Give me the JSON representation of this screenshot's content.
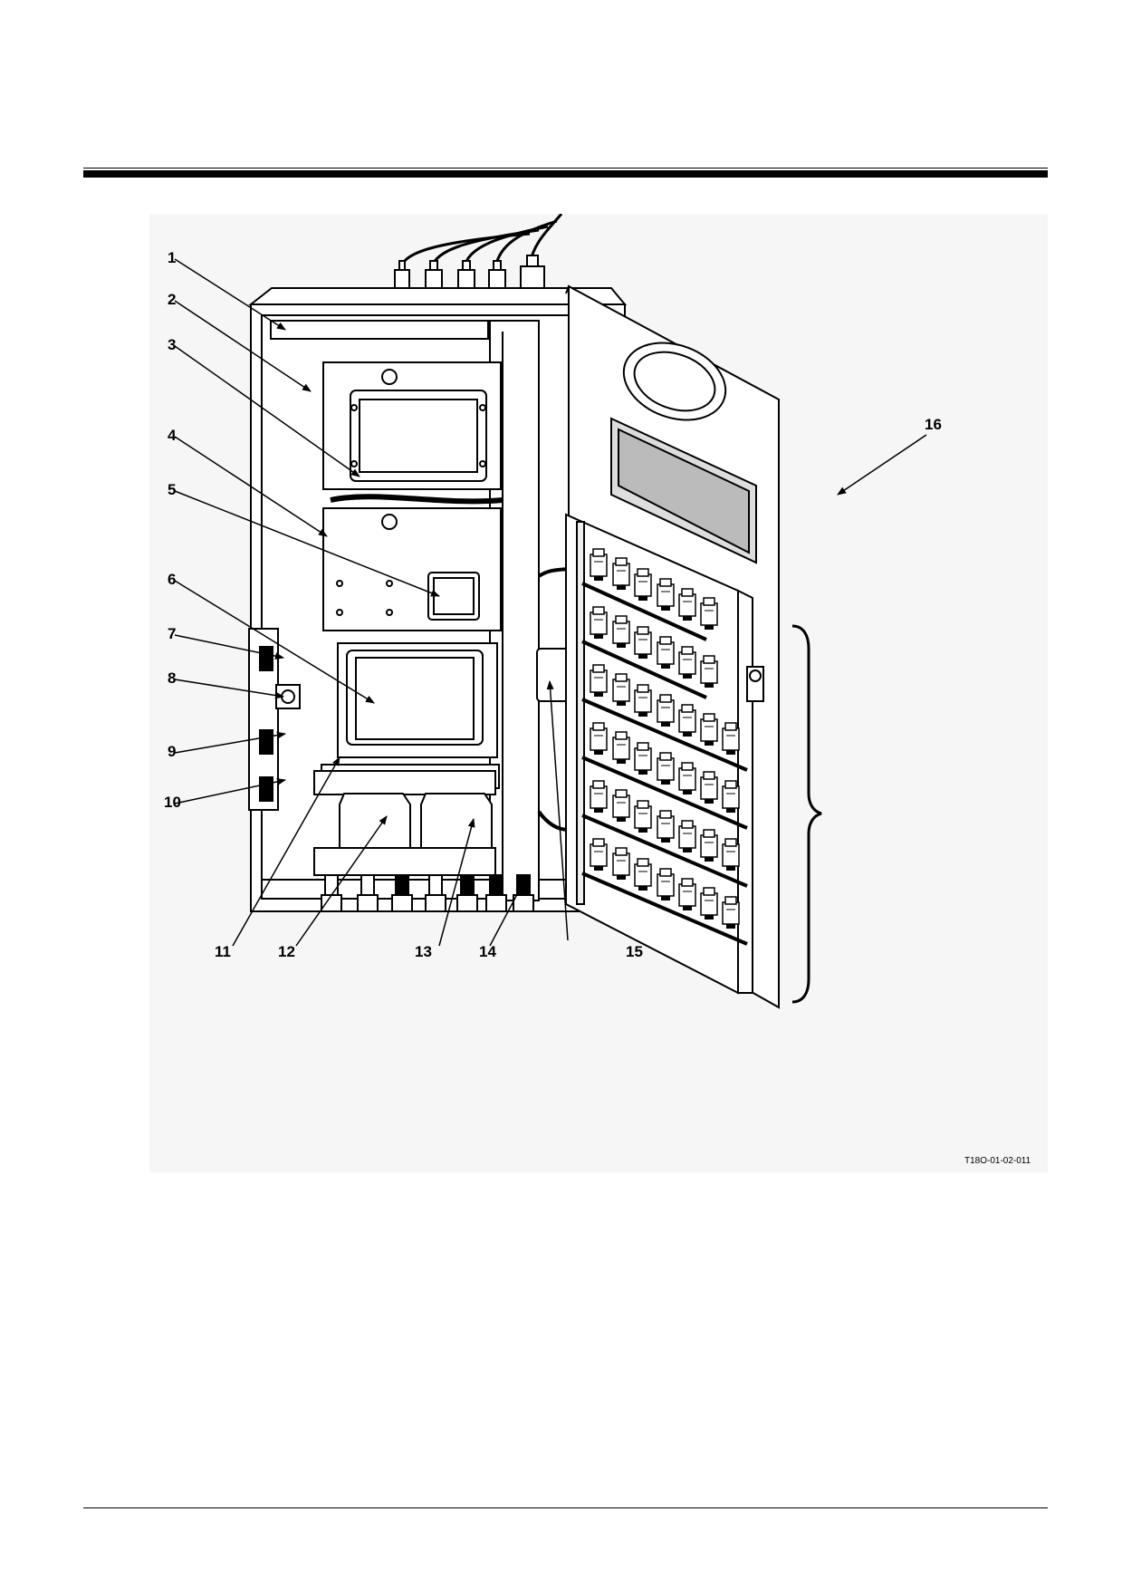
{
  "figure": {
    "reference_code": "T18O-01-02-011",
    "callouts": [
      "1",
      "2",
      "3",
      "4",
      "5",
      "6",
      "7",
      "8",
      "9",
      "10",
      "11",
      "12",
      "13",
      "14",
      "15",
      "16"
    ]
  }
}
